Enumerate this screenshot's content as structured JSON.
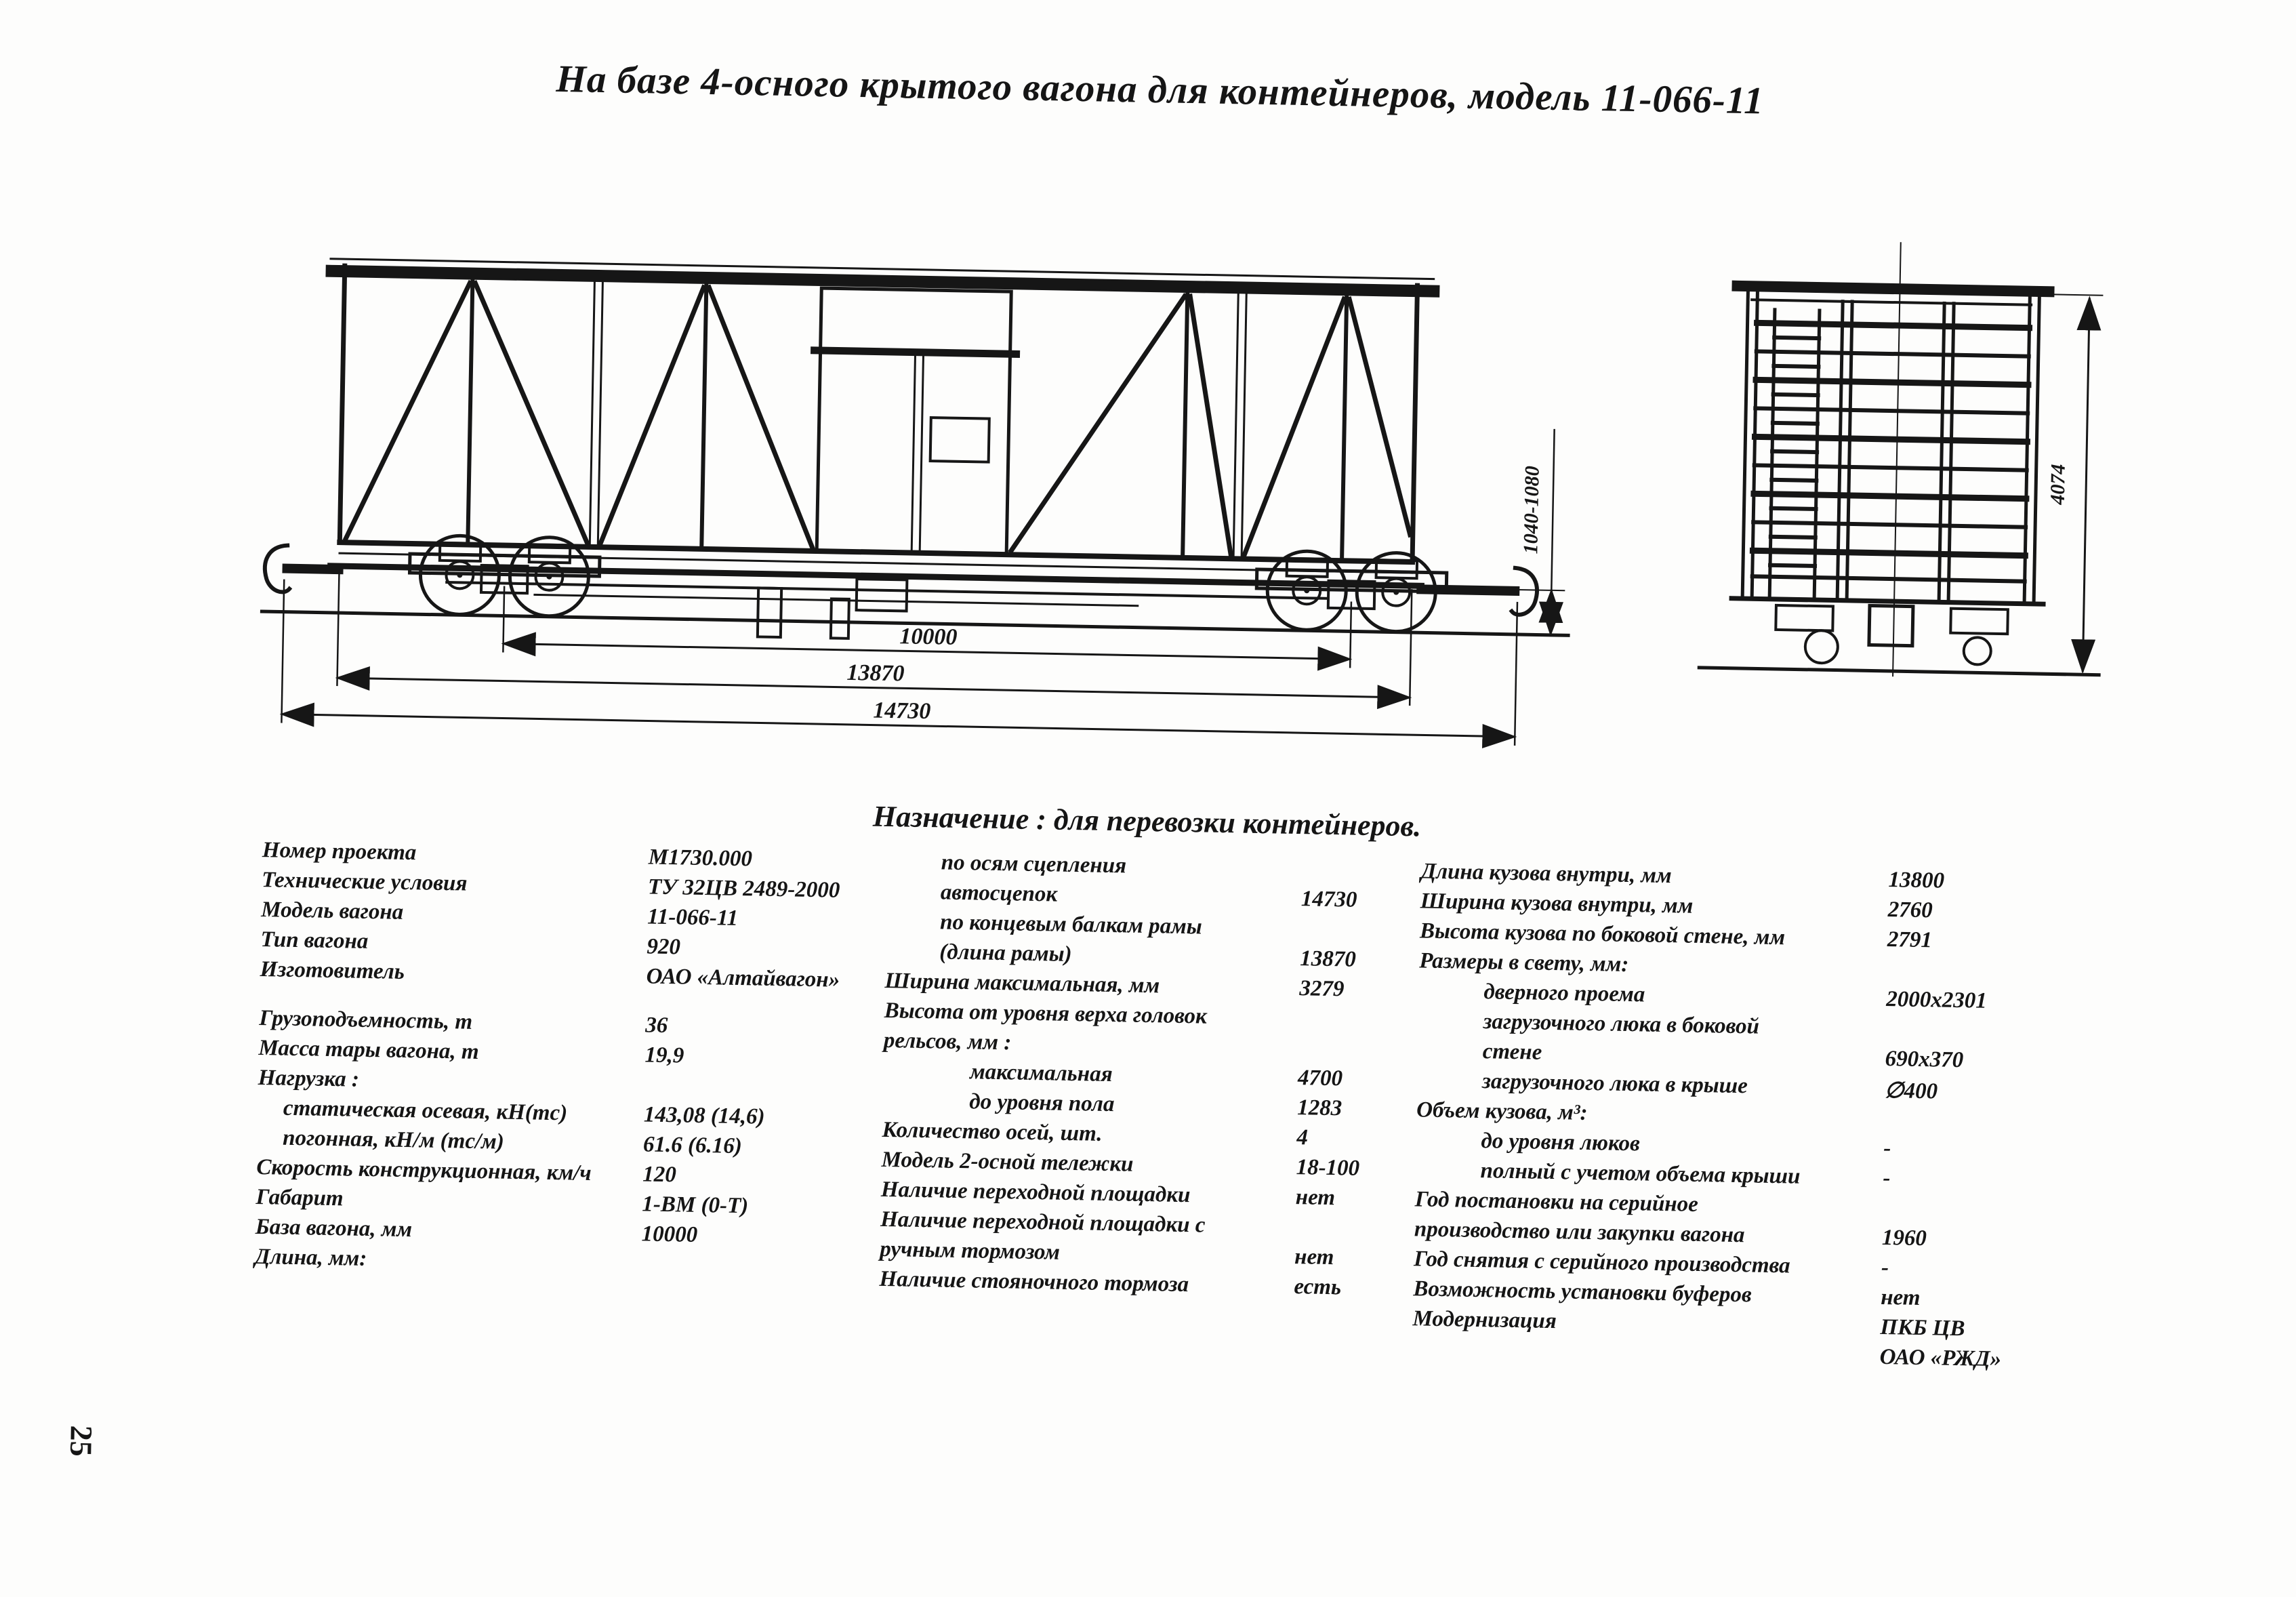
{
  "page": {
    "number": "25"
  },
  "title": "На базе 4-осного крытого вагона для контейнеров, модель 11-066-11",
  "purpose": "Назначение : для перевозки контейнеров.",
  "drawing": {
    "dim_axle_base": "10000",
    "dim_frame_length": "13870",
    "dim_over_couplers": "14730",
    "dim_coupler_height": "1040-1080",
    "dim_end_height": "4074"
  },
  "specs": {
    "col1": [
      {
        "l": "Номер проекта",
        "v": "М1730.000"
      },
      {
        "l": "Технические условия",
        "v": "ТУ 32ЦВ  2489-2000"
      },
      {
        "l": "Модель вагона",
        "v": "11-066-11"
      },
      {
        "l": "Тип вагона",
        "v": "920"
      },
      {
        "l": "Изготовитель",
        "v": "ОАО «Алтайвагон»"
      },
      {
        "gap": true
      },
      {
        "l": "Грузоподъемность, т",
        "v": "36"
      },
      {
        "l": "Масса тары вагона, т",
        "v": "19,9"
      },
      {
        "l": "Нагрузка :"
      },
      {
        "l": "статическая осевая, кН(тс)",
        "i": 1,
        "v": "143,08 (14,6)"
      },
      {
        "l": "погонная, кН/м (тс/м)",
        "i": 1,
        "v": "61.6 (6.16)"
      },
      {
        "l": "Скорость конструкционная, км/ч",
        "v": "120"
      },
      {
        "l": "Габарит",
        "v": "1-ВМ (0-Т)"
      },
      {
        "l": "База вагона, мм",
        "v": "10000"
      },
      {
        "l": "Длина, мм:"
      }
    ],
    "col2": [
      {
        "l": "по осям сцепления",
        "i": 1
      },
      {
        "l": "автосцепок",
        "i": 1,
        "v": "14730"
      },
      {
        "l": "по концевым балкам рамы",
        "i": 1
      },
      {
        "l": "(длина рамы)",
        "i": 1,
        "v": "13870"
      },
      {
        "l": "Ширина максимальная, мм",
        "v": "3279"
      },
      {
        "l": "Высота от уровня верха головок"
      },
      {
        "l": "рельсов, мм :"
      },
      {
        "l": "максимальная",
        "i": 2,
        "v": "4700"
      },
      {
        "l": "до уровня пола",
        "i": 2,
        "v": "1283"
      },
      {
        "l": "Количество осей, шт.",
        "v": "4"
      },
      {
        "l": "Модель 2-осной тележки",
        "v": "18-100"
      },
      {
        "l": "Наличие переходной площадки",
        "v": "нет"
      },
      {
        "l": "Наличие переходной площадки с"
      },
      {
        "l": "ручным тормозом",
        "v": "нет"
      },
      {
        "l": "Наличие стояночного тормоза",
        "v": "есть"
      }
    ],
    "col3": [
      {
        "l": "Длина кузова внутри, мм",
        "v": "13800"
      },
      {
        "l": "Ширина кузова внутри, мм",
        "v": "2760"
      },
      {
        "l": "Высота кузова по боковой стене, мм",
        "v": "2791"
      },
      {
        "l": "Размеры в свету, мм:"
      },
      {
        "l": "дверного проема",
        "i": 1,
        "v": "2000x2301"
      },
      {
        "l": "загрузочного люка в боковой",
        "i": 1
      },
      {
        "l": "стене",
        "i": 1,
        "v": "690x370"
      },
      {
        "l": "загрузочного люка в крыше",
        "i": 1,
        "v": "∅400"
      },
      {
        "l": "Объем кузова, м³:"
      },
      {
        "l": "до уровня люков",
        "i": 1,
        "v": "-"
      },
      {
        "l": "полный с учетом объема крыши",
        "i": 1,
        "v": "-"
      },
      {
        "l": "Год постановки на серийное"
      },
      {
        "l": "производство или закупки вагона",
        "v": "1960"
      },
      {
        "l": "Год снятия с серийного производства",
        "v": "-"
      },
      {
        "l": "Возможность установки буферов",
        "v": "нет"
      },
      {
        "l": "Модернизация",
        "v": "ПКБ ЦВ"
      },
      {
        "l": "",
        "v": "ОАО «РЖД»"
      }
    ]
  }
}
